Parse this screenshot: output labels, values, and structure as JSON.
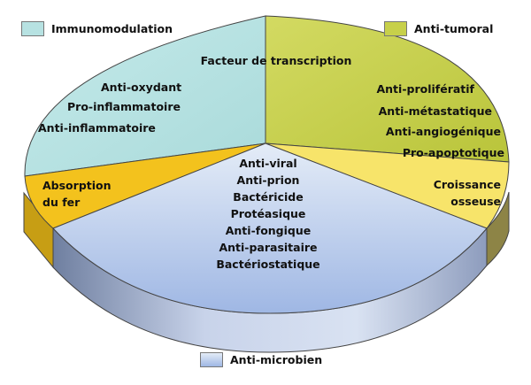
{
  "legend": {
    "immunomodulation": {
      "label": "Immunomodulation",
      "color": "#b7e2e2"
    },
    "antitumoral": {
      "label": "Anti-tumoral",
      "color": "#c7d04a"
    },
    "antimicrobien": {
      "label": "Anti-microbien",
      "color": "#a9bfe8"
    }
  },
  "segments": {
    "immunomodulation": {
      "color": "#b7e2e2",
      "labels": [
        "Facteur de transcription",
        "Anti-oxydant",
        "Pro-inflammatoire",
        "Anti-inflammatoire"
      ]
    },
    "antitumoral": {
      "color": "#c7d04a",
      "labels": [
        "Anti-prolifératif",
        "Anti-métastatique",
        "Anti-angiogénique",
        "Pro-apoptotique"
      ]
    },
    "croissance": {
      "color": "#f7e46a",
      "labels": [
        "Croissance",
        "osseuse"
      ]
    },
    "absorption": {
      "color": "#f3c21d",
      "labels": [
        "Absorption",
        "du fer"
      ]
    },
    "antimicrobien": {
      "color": "#a9bfe8",
      "labels": [
        "Anti-viral",
        "Anti-prion",
        "Bactéricide",
        "Protéasique",
        "Anti-fongique",
        "Anti-parasitaire",
        "Bactériostatique"
      ]
    }
  }
}
